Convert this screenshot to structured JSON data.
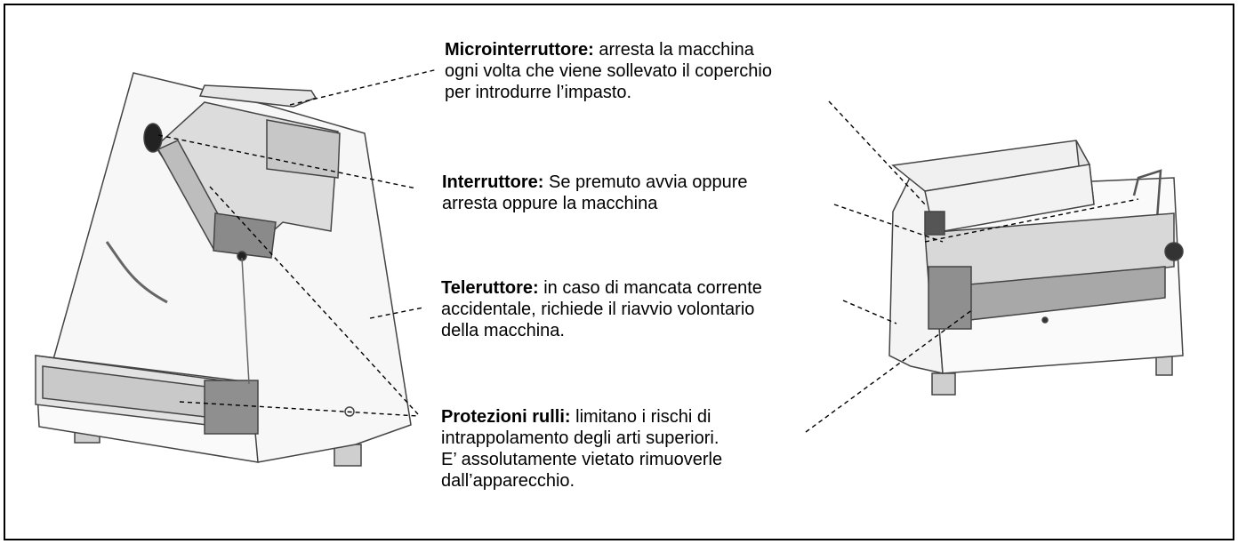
{
  "labels": {
    "micro": {
      "title": "Microinterruttore:",
      "lines": [
        "arresta la macchina",
        "ogni volta che viene sollevato il coperchio",
        "per introdurre l’impasto."
      ]
    },
    "inter": {
      "title": "Interruttore:",
      "lines": [
        "Se premuto avvia oppure",
        "arresta oppure la macchina"
      ]
    },
    "tele": {
      "title": "Teleruttore:",
      "lines": [
        "in caso di mancata corrente",
        "accidentale, richiede il riavvio volontario",
        "della macchina."
      ]
    },
    "prot": {
      "title": "Protezioni rulli:",
      "lines": [
        "limitano i rischi di",
        "intrappolamento degli arti superiori.",
        "E’ assolutamente vietato rimuoverle",
        "dall’apparecchio."
      ]
    }
  }
}
